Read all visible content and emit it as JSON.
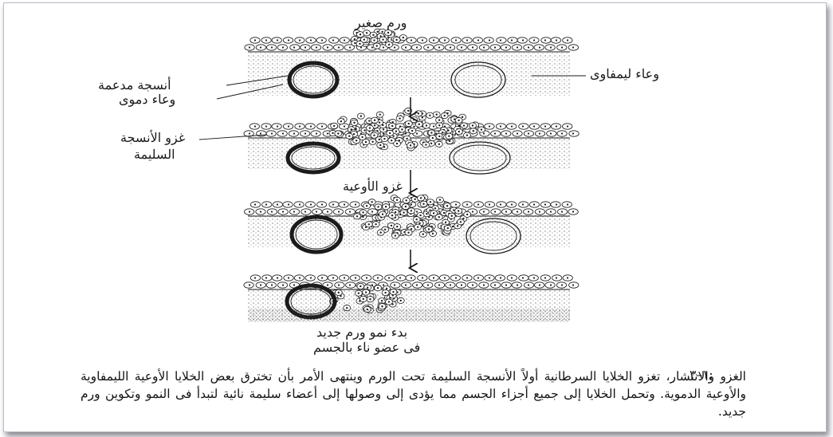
{
  "labels": {
    "small_tumor": "ورم صغير",
    "lymph_vessel": "وعاء ليمفاوى",
    "supporting_tissue": "أنسجة مدعمة",
    "blood_vessel": "وعاء دموى",
    "invade_healthy_line1": "غزو الأنسجة",
    "invade_healthy_line2": "السليمة",
    "invade_vessels": "غزو الأوعية",
    "new_tumor_line1": "بدء نمو ورم جديد",
    "new_tumor_line2": "فى عضو ناء بالجسم"
  },
  "caption": {
    "number": "١–٣:",
    "text": "الغزو والانتشار، تغزو الخلايا السرطانية أولاً الأنسجة السليمة تحت الورم وينتهى الأمر بأن تخترق بعض الخلايا الأوعية الليمفاوية والأوعية الدموية. وتحمل الخلايا إلى جميع أجزاء الجسم مما يؤدى إلى وصولها إلى أعضاء سليمة نائية لتبدأ فى النمو وتكوين ورم جديد."
  },
  "colors": {
    "ink": "#1b1b1b",
    "frame_border": "#b9bcc4",
    "background": "#ffffff"
  }
}
